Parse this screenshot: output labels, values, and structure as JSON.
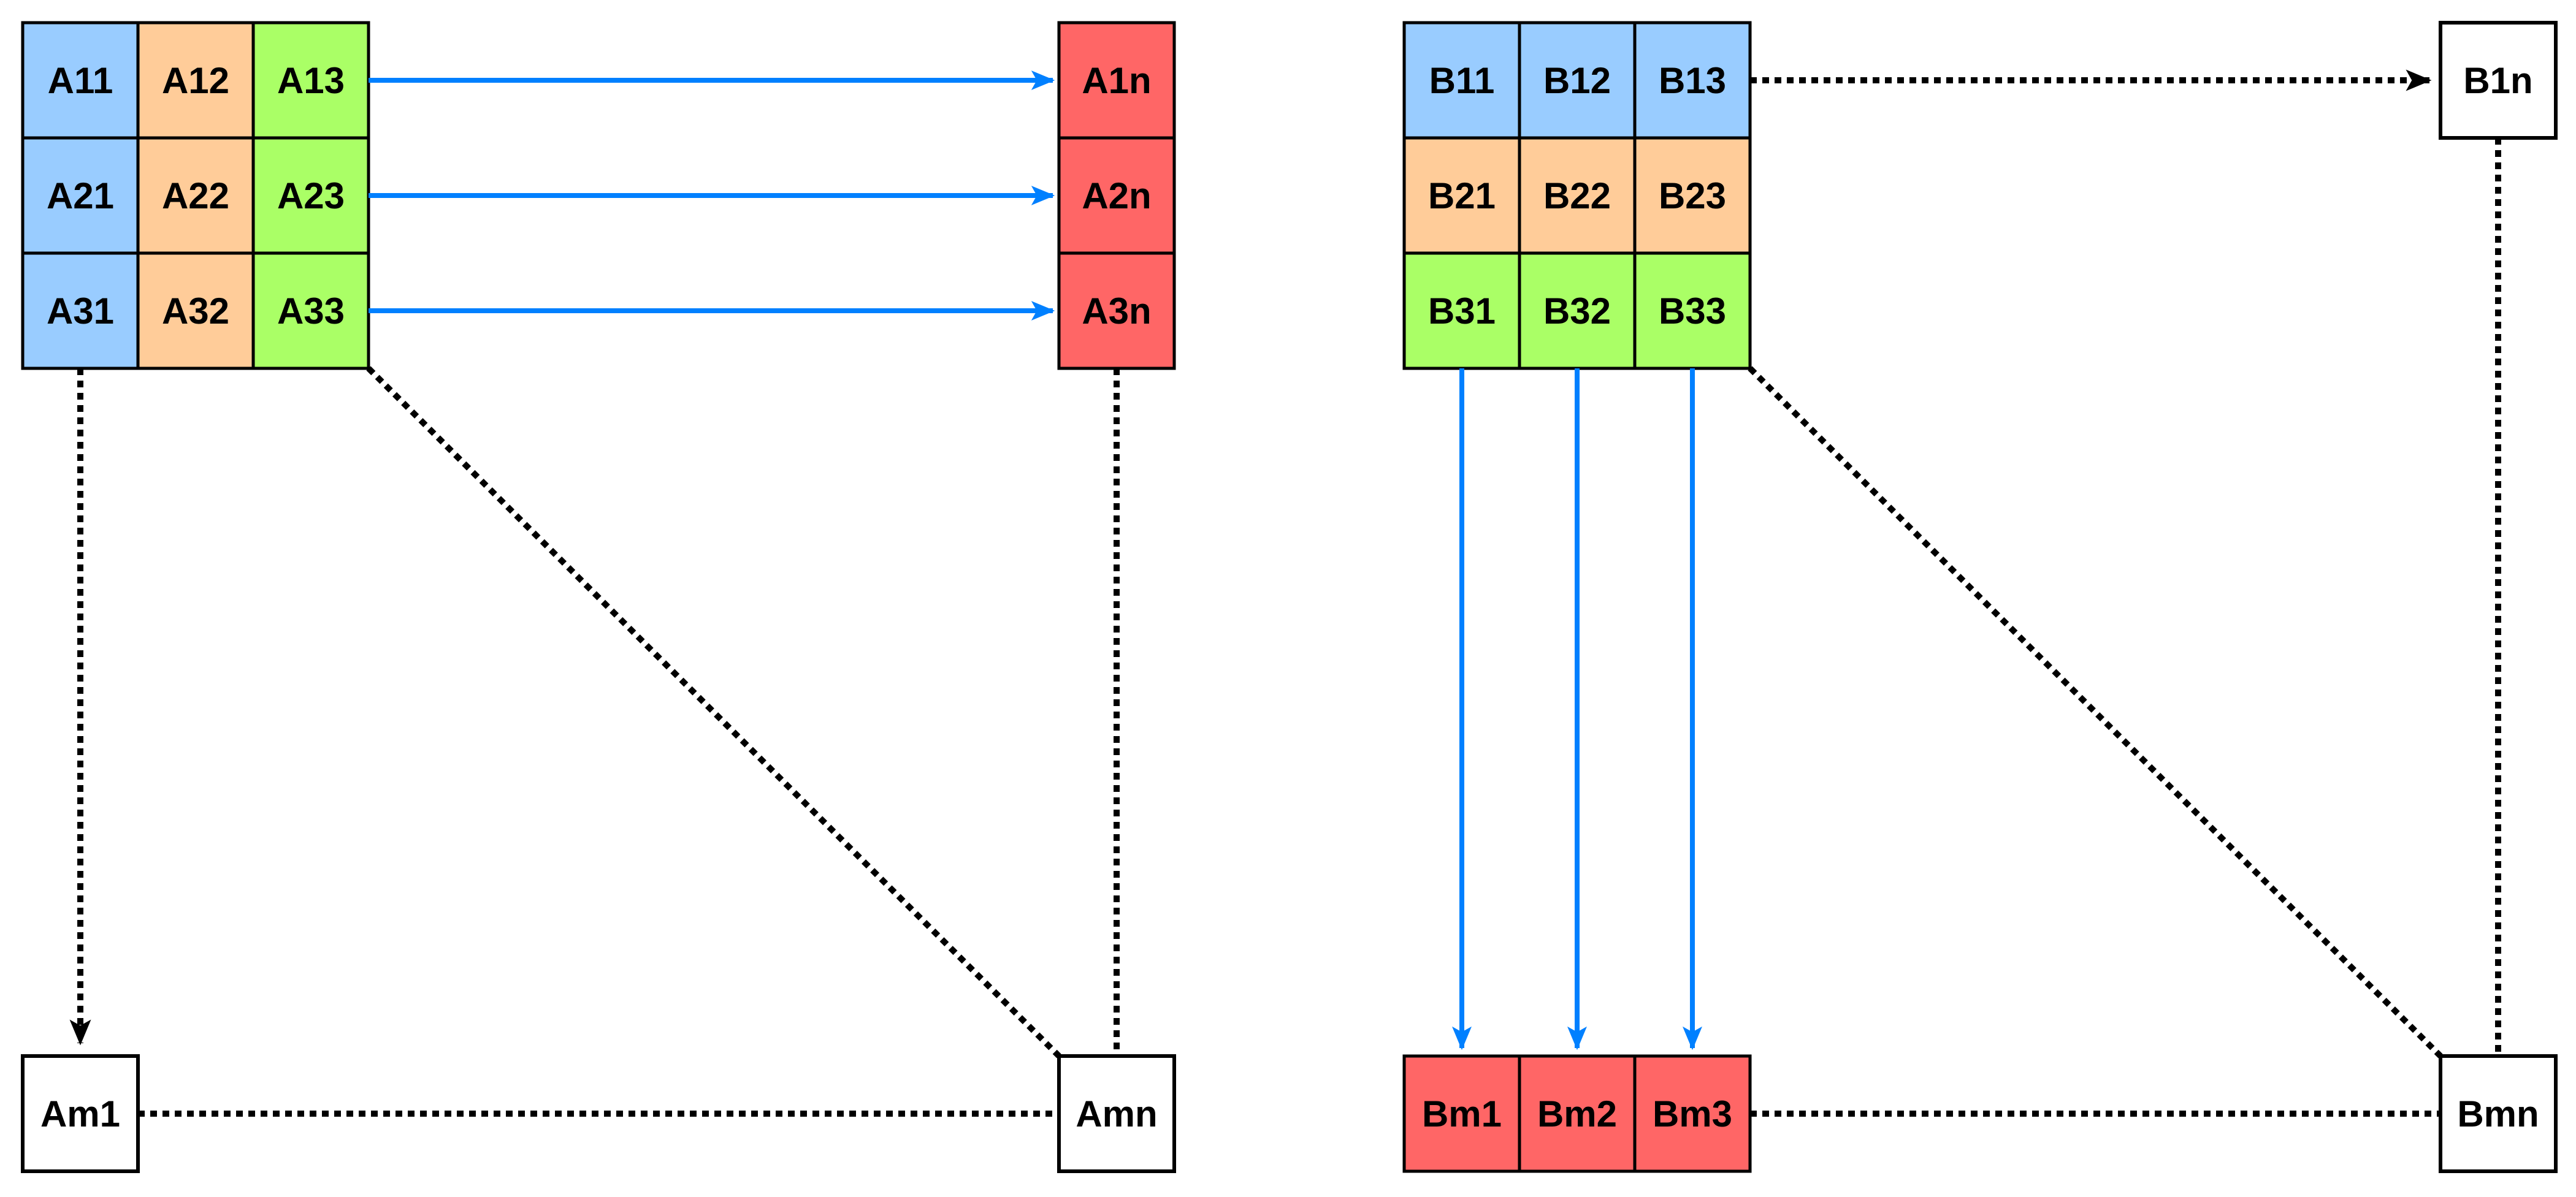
{
  "colors": {
    "cell_blue": "#99ccff",
    "cell_orange": "#ffcc99",
    "cell_green": "#aaff66",
    "cell_red": "#ff6666",
    "cell_white": "#ffffff",
    "arrow_blue": "#0080ff",
    "line_black": "#000000"
  },
  "matrix_a": {
    "grid": [
      "A11",
      "A12",
      "A13",
      "A21",
      "A22",
      "A23",
      "A31",
      "A32",
      "A33"
    ],
    "last_col": [
      "A1n",
      "A2n",
      "A3n"
    ],
    "bottom_left": "Am1",
    "bottom_right": "Amn"
  },
  "matrix_b": {
    "grid": [
      "B11",
      "B12",
      "B13",
      "B21",
      "B22",
      "B23",
      "B31",
      "B32",
      "B33"
    ],
    "top_right": "B1n",
    "last_row": [
      "Bm1",
      "Bm2",
      "Bm3"
    ],
    "bottom_right": "Bmn"
  }
}
